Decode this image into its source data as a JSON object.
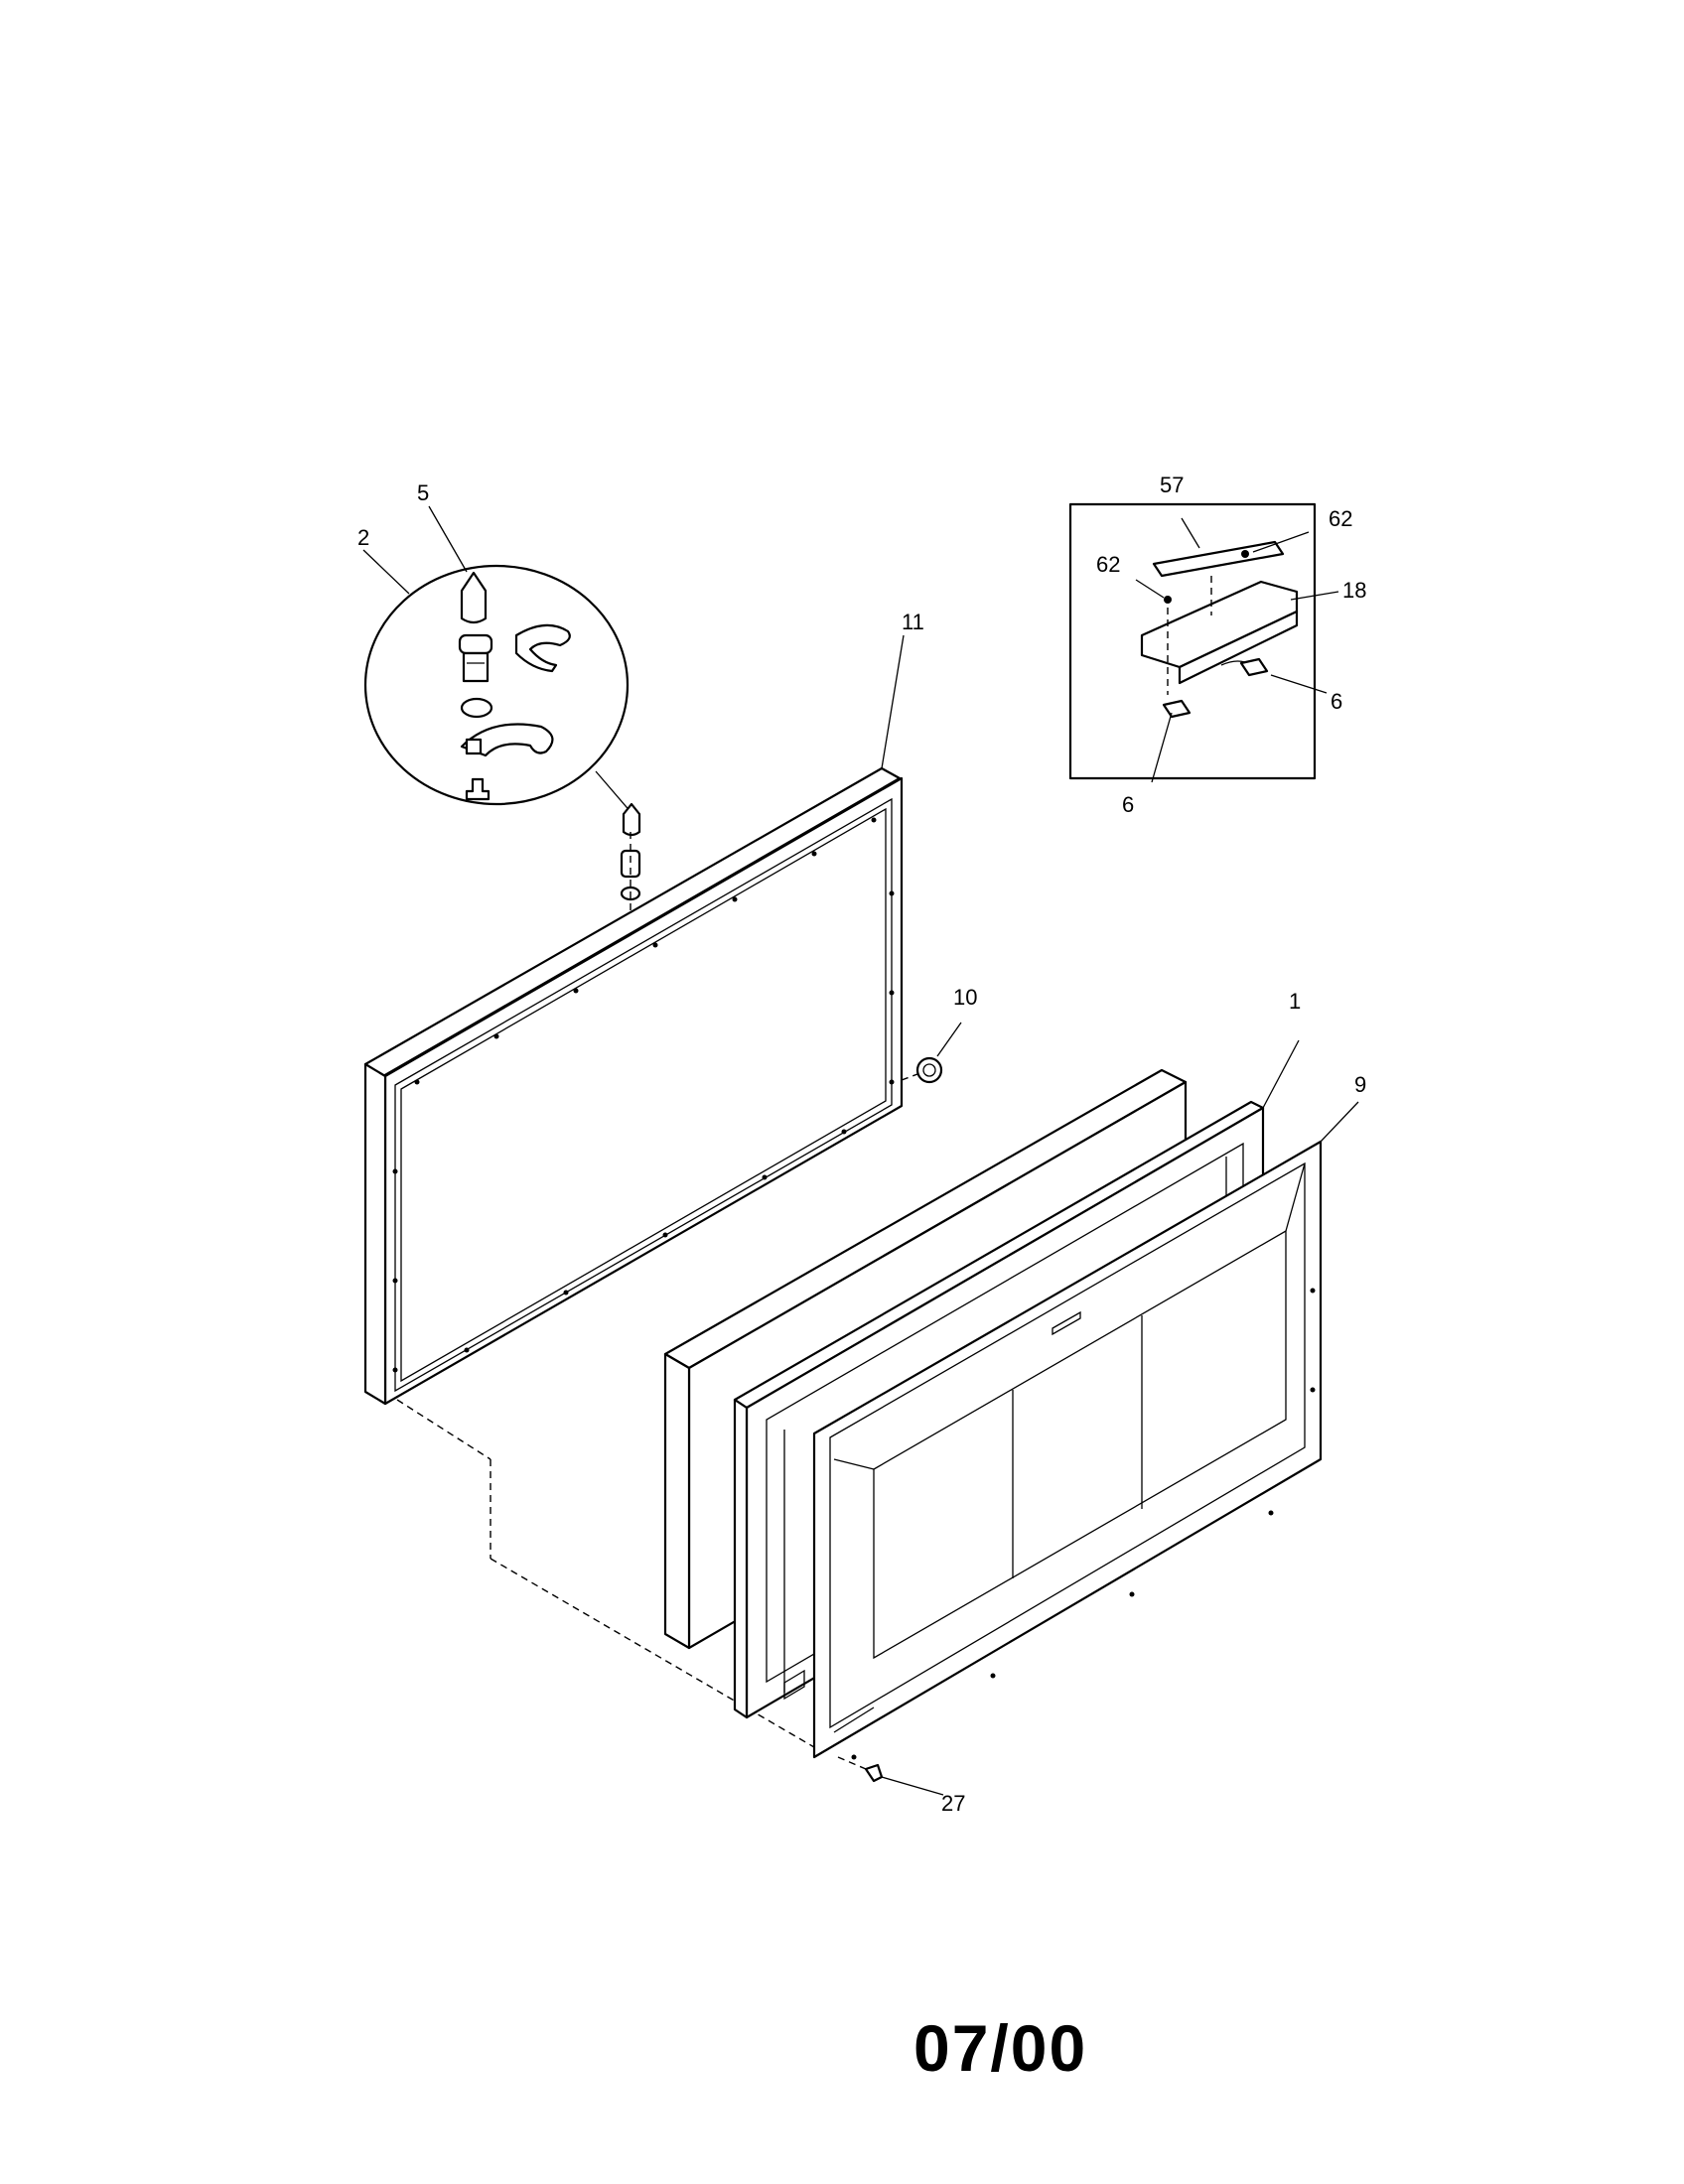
{
  "callouts": {
    "part_2": "2",
    "part_5": "5",
    "part_11": "11",
    "part_57": "57",
    "part_62_right": "62",
    "part_62_left": "62",
    "part_18": "18",
    "part_6_right": "6",
    "part_6_bottom": "6",
    "part_10": "10",
    "part_1": "1",
    "part_9": "9",
    "part_27": "27"
  },
  "footer": {
    "date_code": "07/00"
  }
}
